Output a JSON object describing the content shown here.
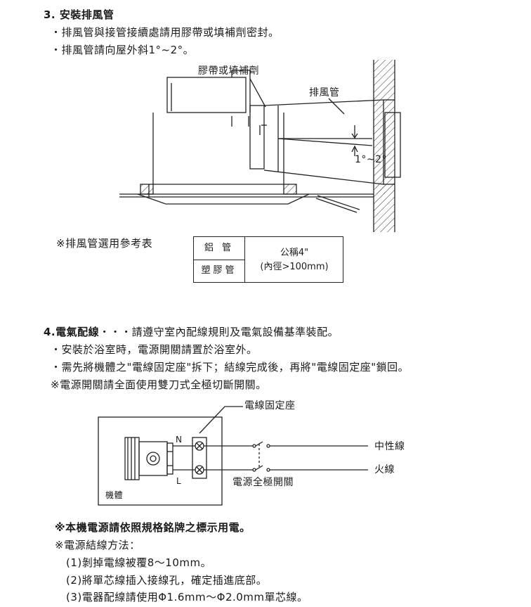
{
  "section3": {
    "heading": "3. 安裝排風管",
    "bullet1": "・排風管與接管接續處請用膠帶或填補劑密封。",
    "bullet2": "・排風管請向屋外斜1°~2°。"
  },
  "diagram1": {
    "tape_label": "膠帶或填補劑",
    "duct_label": "排風管",
    "angle_label": "1°~2°"
  },
  "table": {
    "caption": "※排風管選用參考表",
    "row1_material": "鋁 管",
    "row2_material": "塑膠管",
    "spec_line1": "公稱4\"",
    "spec_line2": "(內徑>100mm)"
  },
  "section4": {
    "heading_bold": "4.電氣配線",
    "heading_rest": "・・・請遵守室內配線規則及電氣設備基準裝配。",
    "bullet1": "・安裝於浴室時，電源開關請置於浴室外。",
    "bullet2": "・需先將機體之\"電線固定座\"拆下；結線完成後，再將\"電線固定座\"鎖回。",
    "note": "※電源開關請全面使用雙刀式全極切斷開關。"
  },
  "diagram2": {
    "terminal_label": "電線固定座",
    "n_label": "N",
    "l_label": "L",
    "neutral_label": "中性線",
    "live_label": "火線",
    "switch_label": "電源全極開關",
    "body_label": "機體"
  },
  "notes": {
    "bold_note": "※本機電源請依照規格銘牌之標示用電。",
    "method_title": "※電源結線方法：",
    "step1": "(1)剝掉電線被覆8～10mm。",
    "step2": "(2)將單芯線插入接線孔，確定插進底部。",
    "step3": "(3)電器配線請使用Φ1.6mm～Φ2.0mm單芯線。"
  }
}
